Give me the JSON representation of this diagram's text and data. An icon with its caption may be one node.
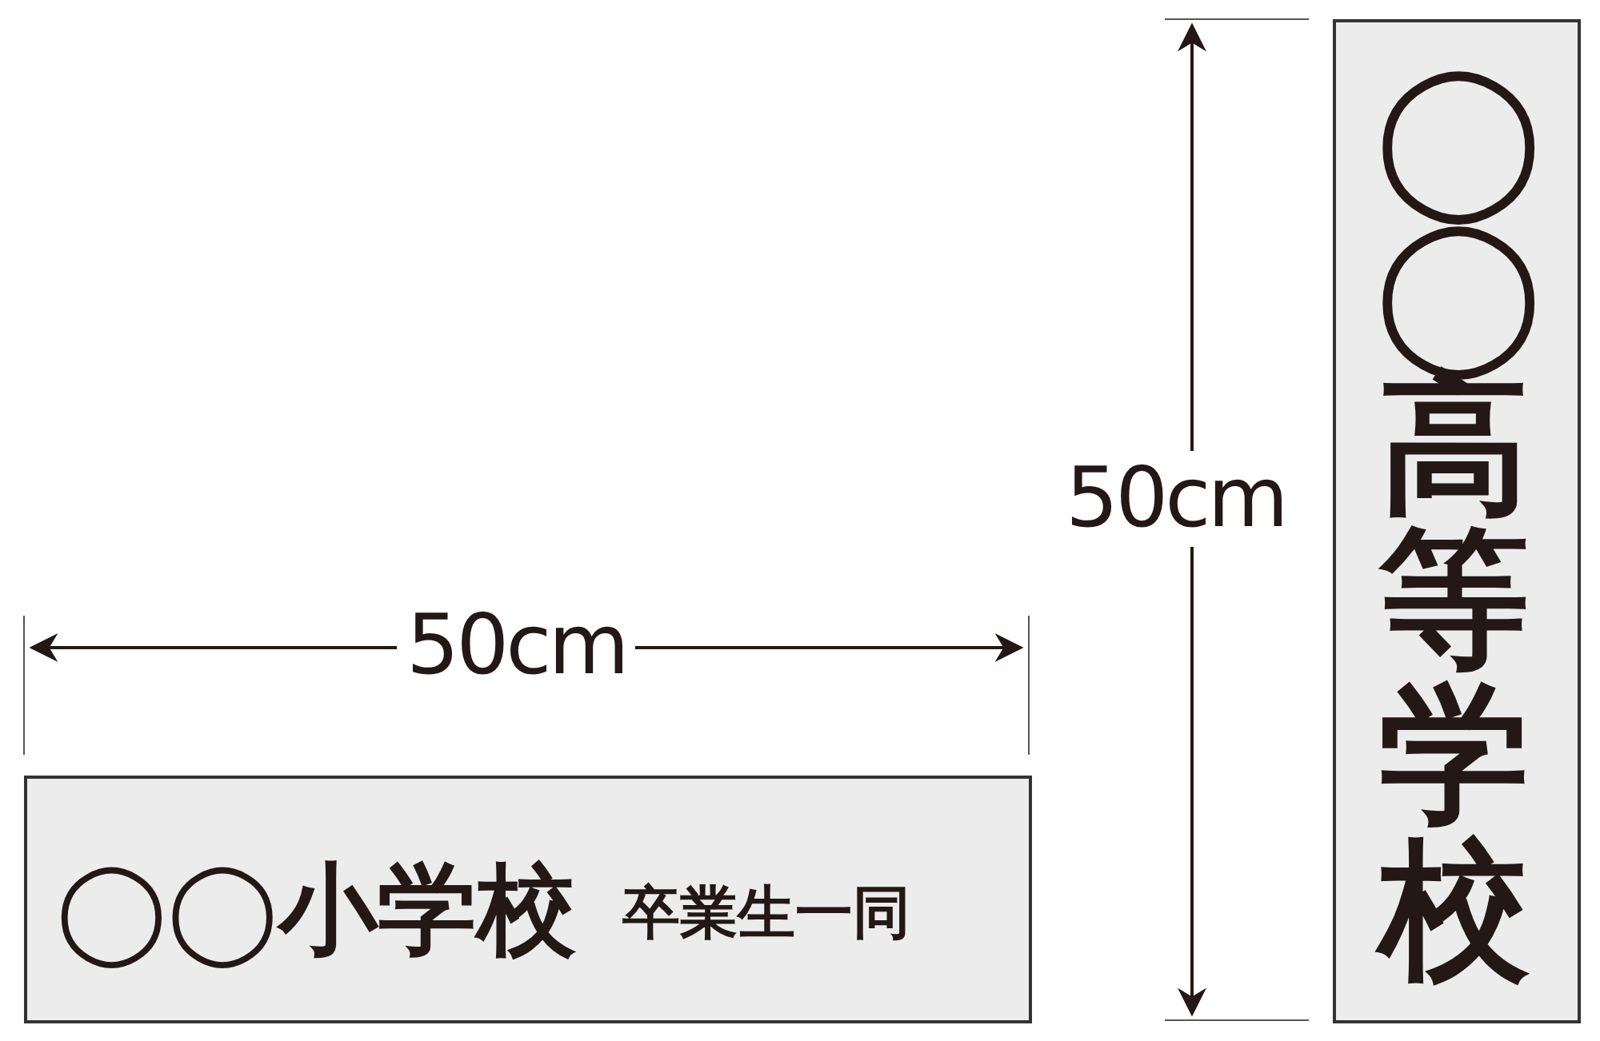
{
  "diagram": {
    "nodes": [
      {
        "text": [
          "◯◯小学校",
          "卒業生一同"
        ]
      },
      {
        "text": [
          "◯◯高等学校"
        ]
      }
    ],
    "labels": [
      "50cm",
      "50cm"
    ]
  }
}
